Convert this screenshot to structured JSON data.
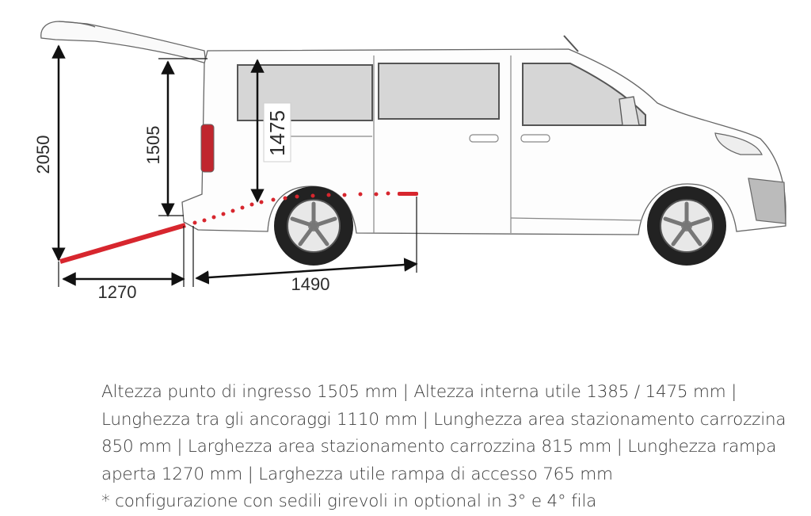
{
  "dimensions": {
    "total_height_open": "2050",
    "entry_height": "1505",
    "interior_height": "1475",
    "ramp_length": "1270",
    "floor_length": "1490"
  },
  "caption": {
    "lines": [
      "Altezza punto di ingresso 1505 mm | Altezza interna utile 1385 / 1475 mm |",
      "Lunghezza tra gli ancoraggi 1110 mm | Lunghezza area stazionamento carrozzina",
      "850 mm | Larghezza area stazionamento carrozzina 815 mm | Lunghezza rampa",
      "aperta 1270 mm | Larghezza utile rampa di accesso 765 mm",
      "* configurazione con sedili girevoli in optional in 3° e 4° fila"
    ]
  },
  "colors": {
    "ramp": "#d7262e",
    "outline": "#555555",
    "dimension": "#111111"
  }
}
